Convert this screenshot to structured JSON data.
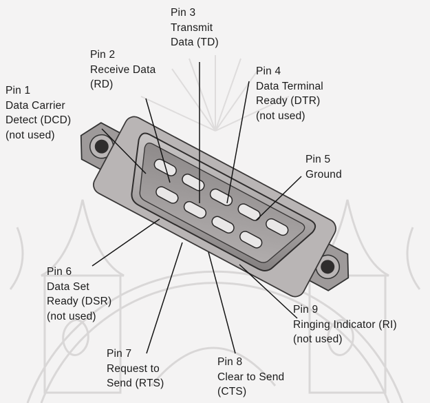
{
  "pins": {
    "p1": [
      "Pin 1",
      "Data Carrier",
      "Detect (DCD)",
      "(not used)"
    ],
    "p2": [
      "Pin 2",
      "Receive Data",
      "(RD)"
    ],
    "p3": [
      "Pin 3",
      "Transmit",
      "Data (TD)"
    ],
    "p4": [
      "Pin 4",
      "Data Terminal",
      "Ready (DTR)",
      "(not used)"
    ],
    "p5": [
      "Pin 5",
      "Ground"
    ],
    "p6": [
      "Pin 6",
      "Data Set",
      "Ready (DSR)",
      "(not used)"
    ],
    "p7": [
      "Pin 7",
      "Request to",
      "Send (RTS)"
    ],
    "p8": [
      "Pin 8",
      "Clear to Send",
      "(CTS)"
    ],
    "p9": [
      "Pin 9",
      "Ringing Indicator (RI)",
      "(not used)"
    ]
  },
  "colors": {
    "background": "#f4f3f3",
    "watermark": "#d6d4d4",
    "connector_fill": "#9a9696",
    "text": "#1a1a1a"
  }
}
